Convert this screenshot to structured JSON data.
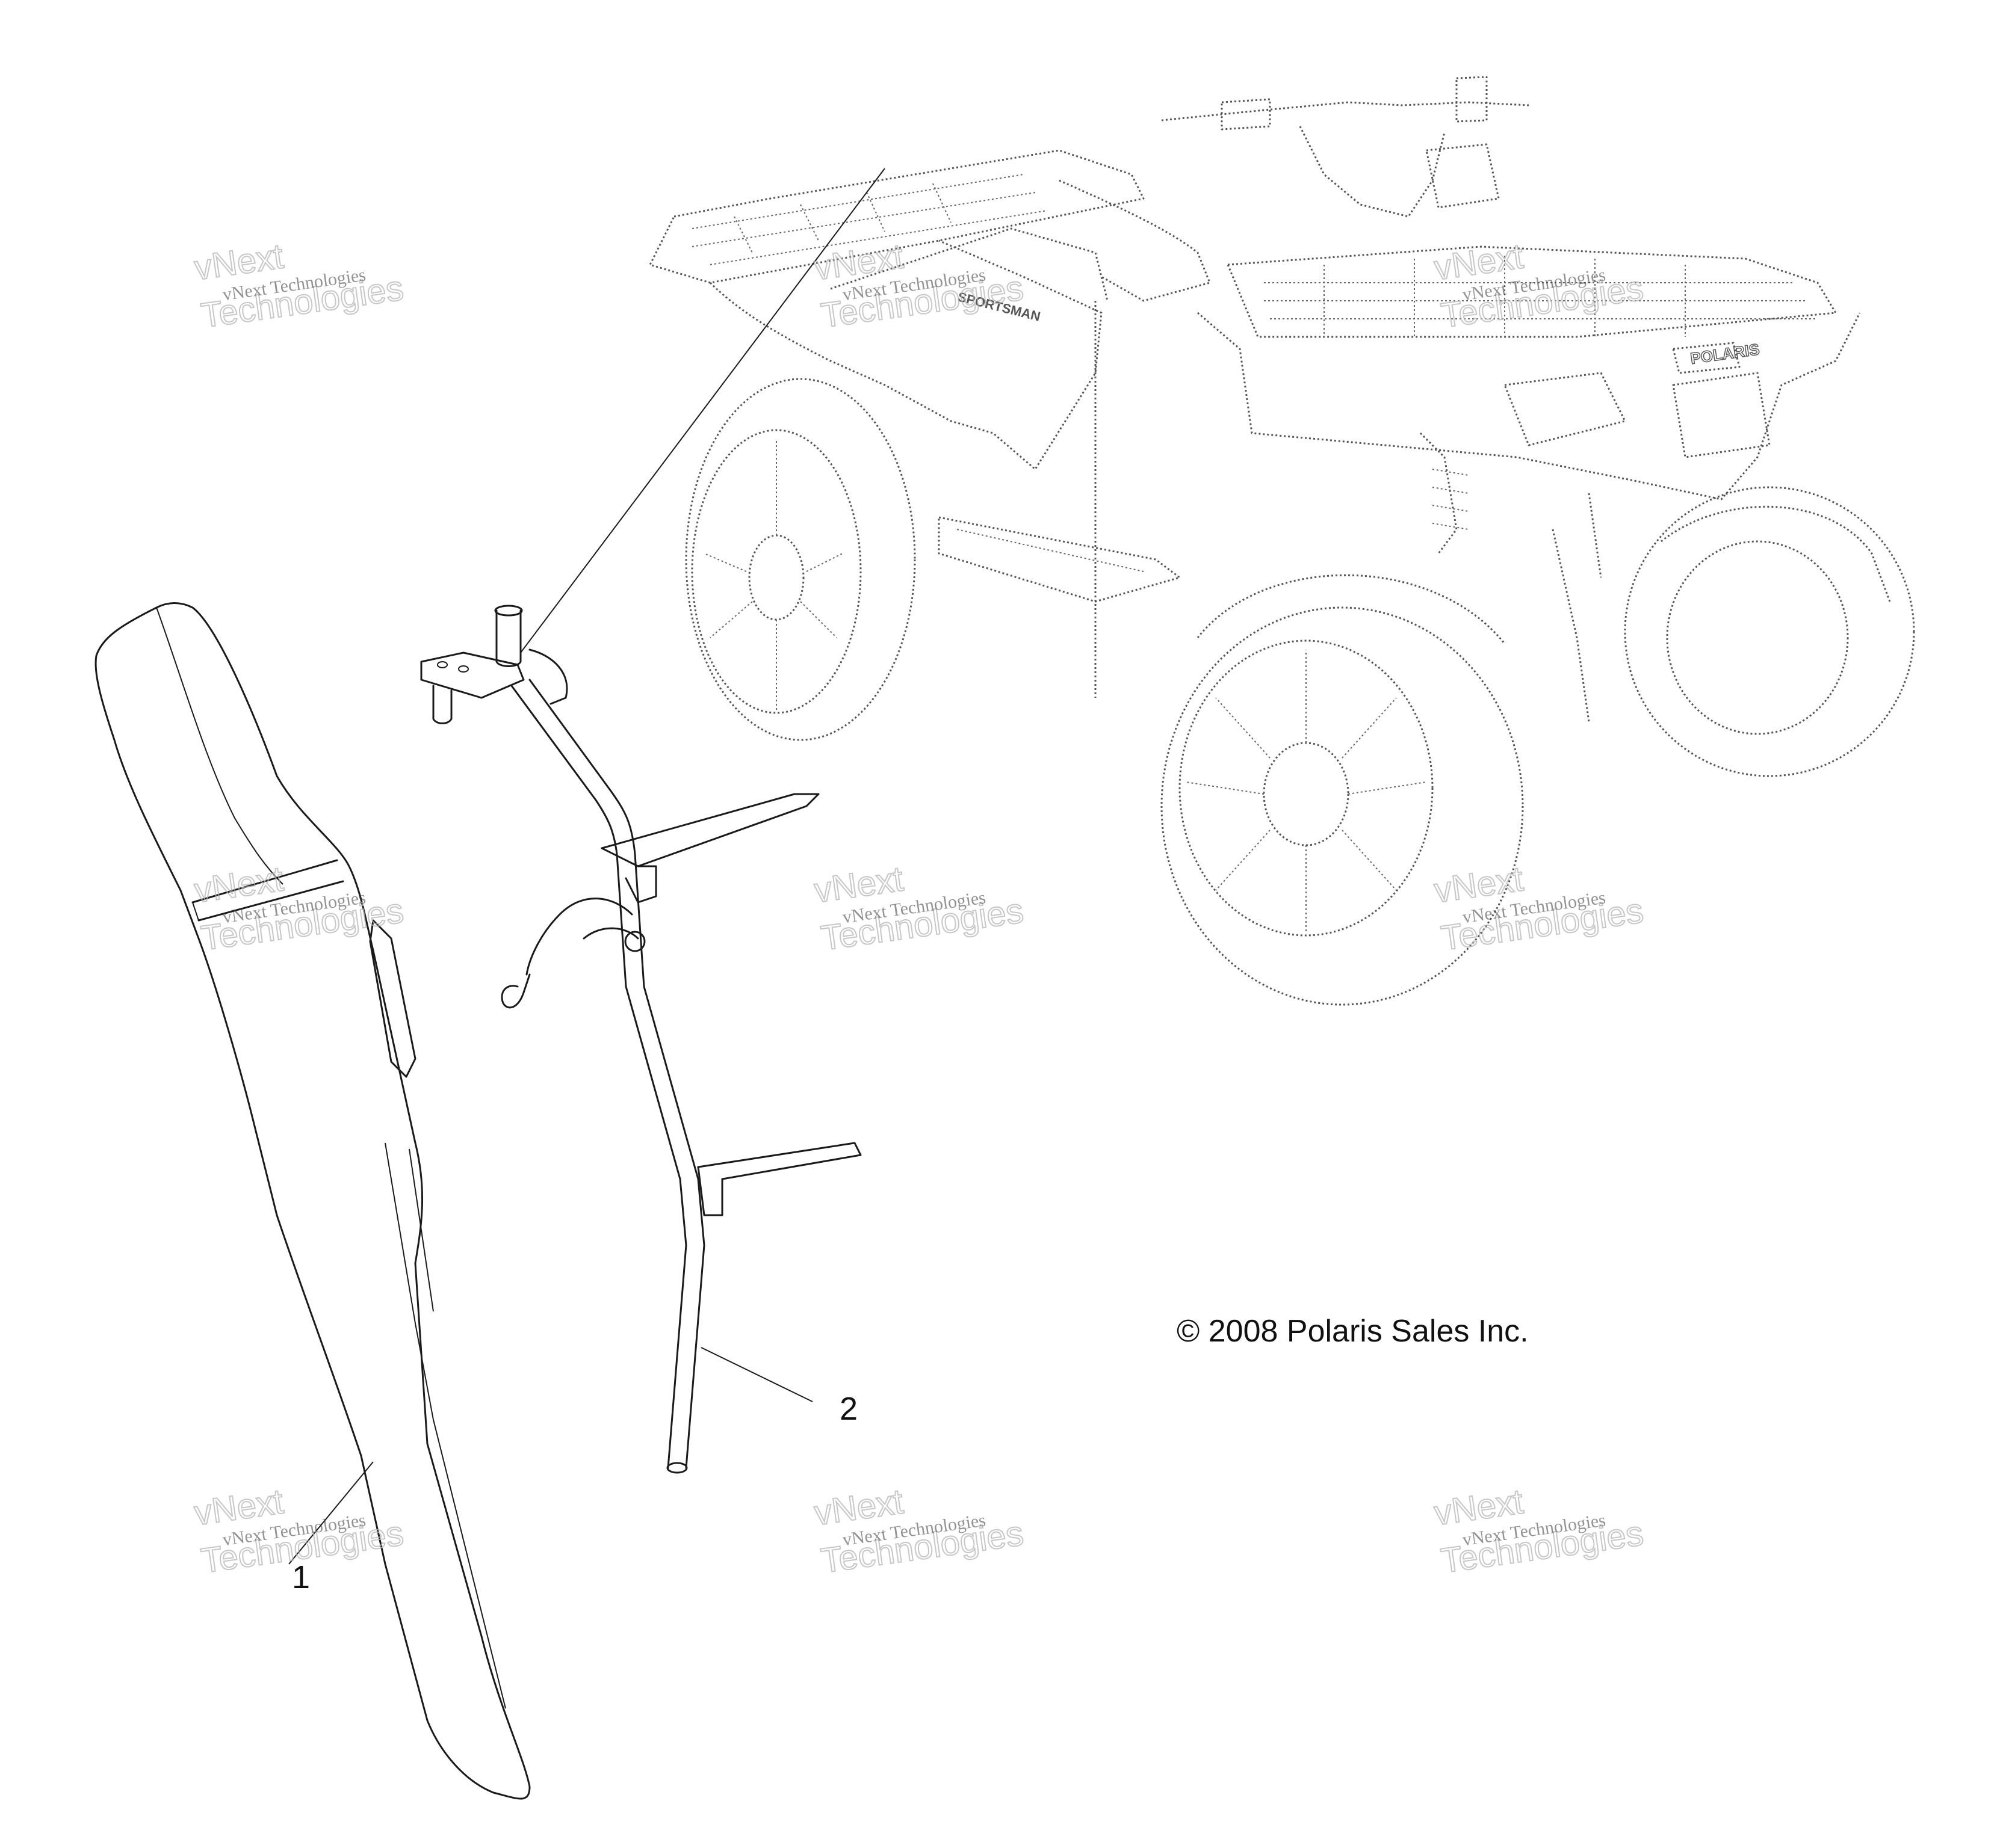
{
  "callouts": [
    {
      "label": "1"
    },
    {
      "label": "2"
    }
  ],
  "copyright": "© 2008 Polaris Sales Inc.",
  "watermark": {
    "small_text": "vNext Technologies",
    "large_text_top": "vNext",
    "large_text_bottom": "Technologies"
  },
  "vehicle_decals": {
    "fender_badge": "SPORTSMAN",
    "front_brand": "POLARIS"
  },
  "colors": {
    "line": "#1a1a1a",
    "ghost_line": "#555555",
    "background": "#ffffff"
  }
}
